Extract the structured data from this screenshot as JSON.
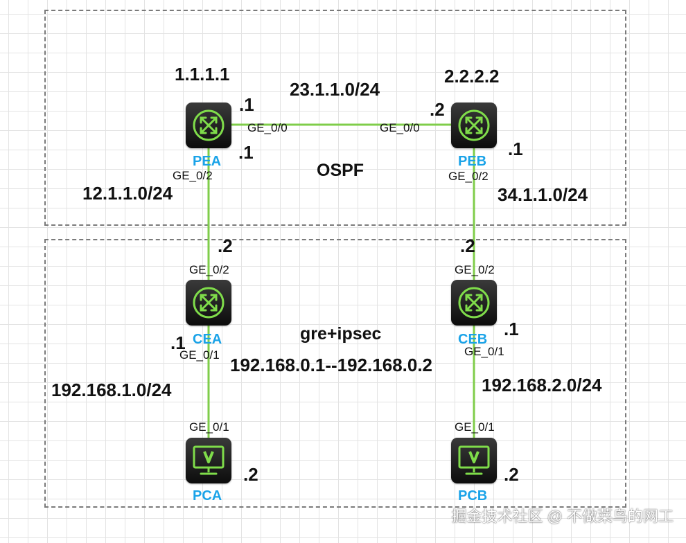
{
  "colors": {
    "link": "#7fcd4a",
    "device_name": "#1aa3e8",
    "device_body": "#1a1a1a",
    "device_icon": "#7fdc4a"
  },
  "zones": {
    "top_label": "OSPF",
    "bottom_label": "gre+ipsec",
    "tunnel": "192.168.0.1--192.168.0.2"
  },
  "devices": {
    "pea": {
      "name": "PEA",
      "loopback": "1.1.1.1",
      "icon": "router-icon"
    },
    "peb": {
      "name": "PEB",
      "loopback": "2.2.2.2",
      "icon": "router-icon"
    },
    "cea": {
      "name": "CEA",
      "icon": "router-icon"
    },
    "ceb": {
      "name": "CEB",
      "icon": "router-icon"
    },
    "pca": {
      "name": "PCA",
      "icon": "pc-monitor-icon"
    },
    "pcb": {
      "name": "PCB",
      "icon": "pc-monitor-icon"
    }
  },
  "links": {
    "pea_peb": {
      "network": "23.1.1.0/24",
      "a_port": "GE_0/0",
      "a_ip": ".1",
      "b_port": "GE_0/0",
      "b_ip": ".2"
    },
    "pea_cea": {
      "network": "12.1.1.0/24",
      "a_port": "GE_0/2",
      "a_ip": ".1",
      "b_port": "GE_0/2",
      "b_ip": ".2"
    },
    "peb_ceb": {
      "network": "34.1.1.0/24",
      "a_port": "GE_0/2",
      "a_ip": ".1",
      "b_port": "GE_0/2",
      "b_ip": ".2"
    },
    "cea_pca": {
      "network": "192.168.1.0/24",
      "a_port": "GE_0/1",
      "a_ip": ".1",
      "b_port": "GE_0/1",
      "b_ip": ".2"
    },
    "ceb_pcb": {
      "network": "192.168.2.0/24",
      "a_port": "GE_0/1",
      "a_ip": ".1",
      "b_port": "GE_0/1",
      "b_ip": ".2"
    }
  },
  "watermark": "掘金技术社区 @ 不做菜鸟的网工"
}
